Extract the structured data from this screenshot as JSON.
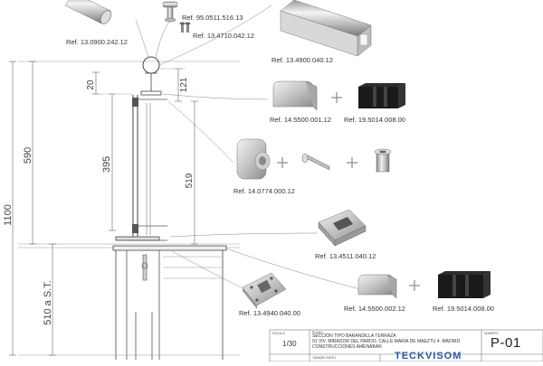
{
  "parts": [
    {
      "ref": "Ref. 13.0900.242.12"
    },
    {
      "ref": "Ref. 95.0511.516.13"
    },
    {
      "ref": "Ref. 13.4710.042.12"
    },
    {
      "ref": "Ref. 13.4900.040.12"
    },
    {
      "ref": "Ref. 14.5500.001.12"
    },
    {
      "ref": "Ref. 19.5014.008.00"
    },
    {
      "ref": "Ref. 14.0774.000.12"
    },
    {
      "ref": "Ref. 13.4511.040.12"
    },
    {
      "ref": "Ref. 13.4940.040.00"
    },
    {
      "ref": "Ref. 14.5500.002.12"
    },
    {
      "ref": "Ref. 19.5014.008.00"
    }
  ],
  "dimensions": {
    "total_height": "1100",
    "upper_height": "590",
    "base_height": "510 a S.T.",
    "top_offset": "20",
    "top_gap": "121",
    "post_section": "395",
    "right_span": "519"
  },
  "title_block": {
    "scale_label": "ESCALA",
    "scale_value": "1/30",
    "plan_label": "PLANO",
    "plan_lines": [
      "SECCIÓN TIPO BARANDILLA TERRAZA",
      "91 VIV. MIRADOR DEL PARDO. CALLE MARÍA DE MAEZTU 4. MADRID",
      "CONSTRUCCIONES AMENABAR"
    ],
    "number_label": "NÚMERO",
    "number_value": "P-01",
    "size_label": "TAMAÑO PAPEL",
    "brand": "TECKVISOM"
  },
  "colors": {
    "line": "#555555",
    "dim_line": "#666666",
    "steel_light": "#e6e6e6",
    "steel_dark": "#8a8a8a",
    "black_part": "#1a1a1a",
    "brand": "#2a5a9a"
  }
}
